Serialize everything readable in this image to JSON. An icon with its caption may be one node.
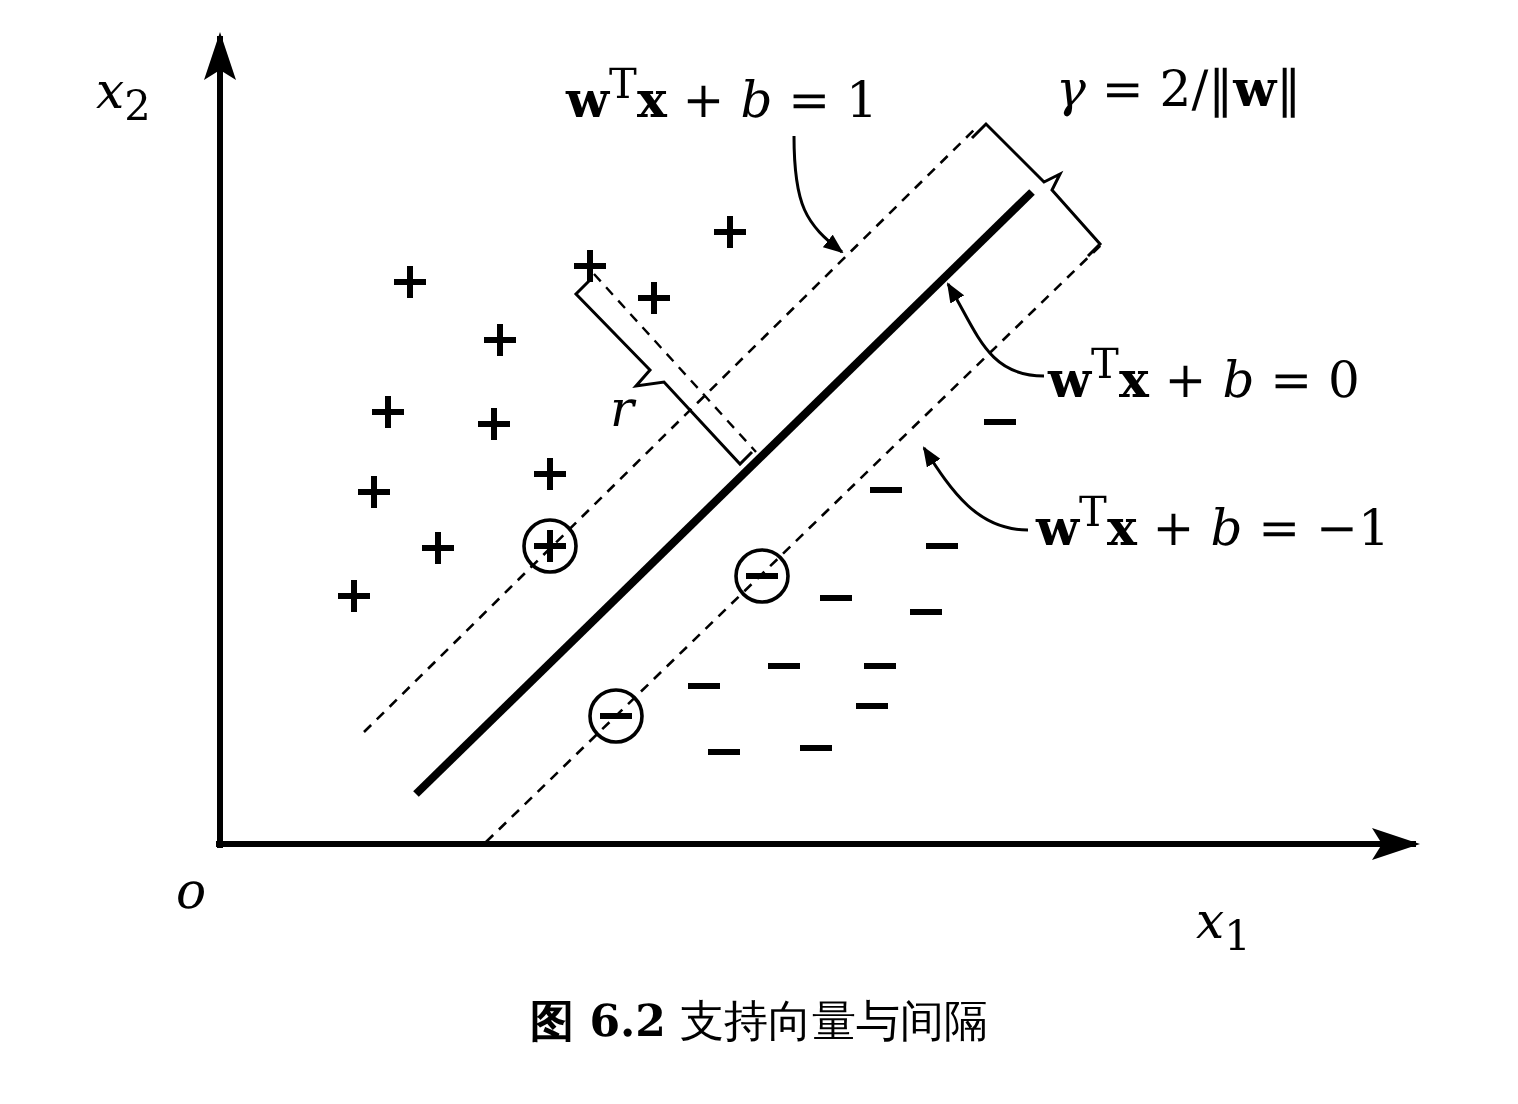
{
  "diagram": {
    "caption": "**图 6.2**  支持向量与间隔",
    "nodes": [
      {
        "text": [
          "**w**$^{T}$**x** + *b* = 1"
        ]
      },
      {
        "text": [],
        "shape": "line"
      },
      {
        "text": [
          "**w**$^{T}$**x** + *b* = 0"
        ]
      },
      {
        "text": [],
        "shape": "line"
      },
      {
        "text": [
          "**w**$^{T}$**x** + *b* = −1"
        ]
      },
      {
        "text": [],
        "shape": "line"
      }
    ],
    "edges": [
      {
        "from": 0,
        "to": 1,
        "arrow": "to"
      },
      {
        "from": 2,
        "to": 3,
        "arrow": "to"
      },
      {
        "from": 4,
        "to": 5,
        "arrow": "to"
      }
    ],
    "labels": [
      "*x*$_{2}$",
      "*γ* = 2/‖**w**‖",
      "*r*",
      "*o*",
      "*x*$_{1}$"
    ]
  }
}
